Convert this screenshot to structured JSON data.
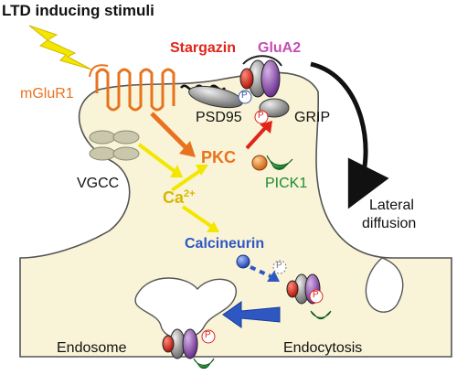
{
  "title": "LTD inducing stimuli",
  "labels": {
    "mglur1": "mGluR1",
    "stargazin": "Stargazin",
    "glua2": "GluA2",
    "psd95": "PSD95",
    "grip": "GRIP",
    "pkc": "PKC",
    "pick1": "PICK1",
    "vgcc": "VGCC",
    "ca_base": "Ca",
    "ca_sup": "2+",
    "lateral": "Lateral",
    "diffusion": "diffusion",
    "calcineurin": "Calcineurin",
    "endocytosis": "Endocytosis",
    "endosome": "Endosome",
    "phospho": "P"
  },
  "colors": {
    "spine_fill": "#f9f4d8",
    "orange": "#e8731e",
    "magenta": "#c34fb0",
    "red": "#e0241a",
    "yellow": "#f3e600",
    "green": "#1d8a2f",
    "blue": "#2f57c2",
    "black": "#111111"
  },
  "icons": [
    "lightning-icon",
    "receptor-icon",
    "channel-icon",
    "arrow-icon"
  ]
}
